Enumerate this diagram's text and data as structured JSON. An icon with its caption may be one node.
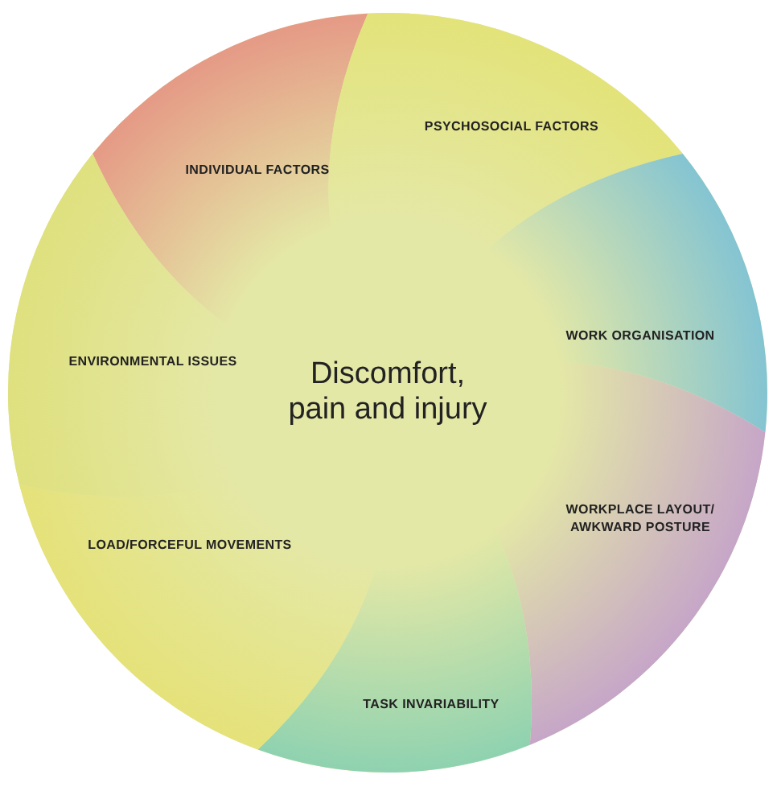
{
  "diagram": {
    "nodes": [
      {
        "text": [
          "INDIVIDUAL FACTORS"
        ]
      },
      {
        "text": [
          "PSYCHOSOCIAL FACTORS"
        ]
      },
      {
        "text": [
          "WORK ORGANISATION"
        ]
      },
      {
        "text": [
          "WORKPLACE LAYOUT/ AWKWARD POSTURE"
        ]
      },
      {
        "text": [
          "TASK INVARIABILITY"
        ]
      },
      {
        "text": [
          "LOAD/FORCEFUL MOVEMENTS"
        ]
      },
      {
        "text": [
          "ENVIRONMENTAL ISSUES"
        ]
      }
    ],
    "edges": [],
    "labels": [
      "Discomfort, pain and injury"
    ]
  }
}
